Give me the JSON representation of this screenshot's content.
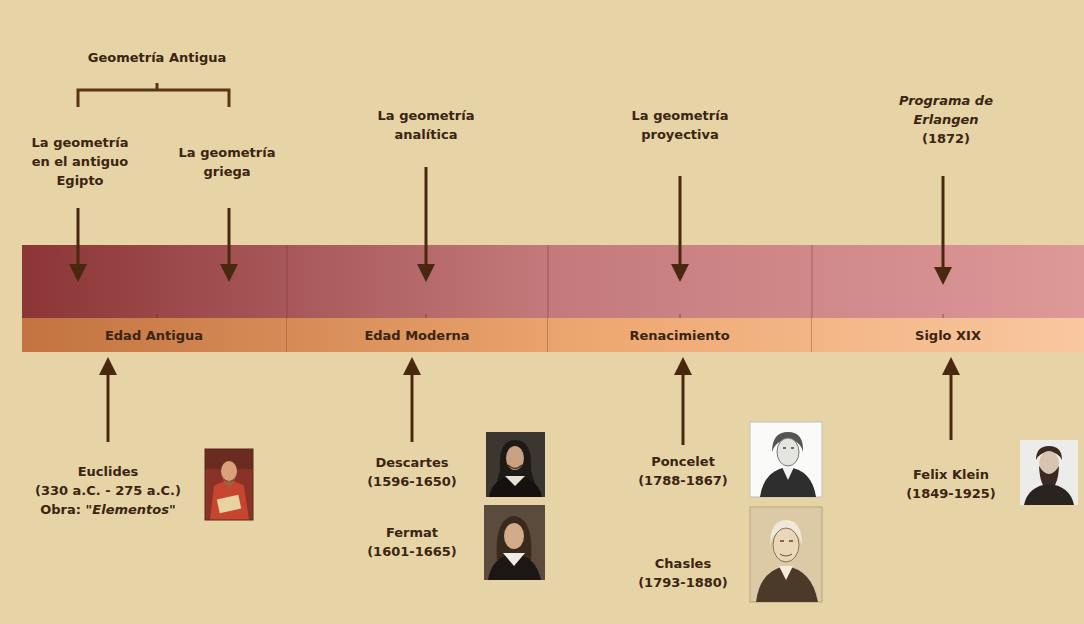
{
  "diagram": {
    "nodes": [
      {
        "text": [
          "Edad Antigua"
        ]
      },
      {
        "text": [
          "Edad Moderna"
        ]
      },
      {
        "text": [
          "Renacimiento"
        ]
      },
      {
        "text": [
          "Siglo XIX"
        ]
      }
    ],
    "labels": [
      "Geometría Antigua",
      "La geometría en el antiguo Egipto",
      "La geometría griega",
      "La geometría analítica",
      "La geometría proyectiva",
      "Programa de Erlangen",
      "(1872)",
      "Euclides",
      "(330 a.C. - 275 a.C.)",
      "Obra:",
      "\"Elementos\"",
      "Descartes",
      "(1596-1650)",
      "Fermat",
      "(1601-1665)",
      "Poncelet",
      "(1788-1867)",
      "Chasles",
      "(1793-1880)",
      "Felix Klein",
      "(1849-1925)"
    ]
  }
}
